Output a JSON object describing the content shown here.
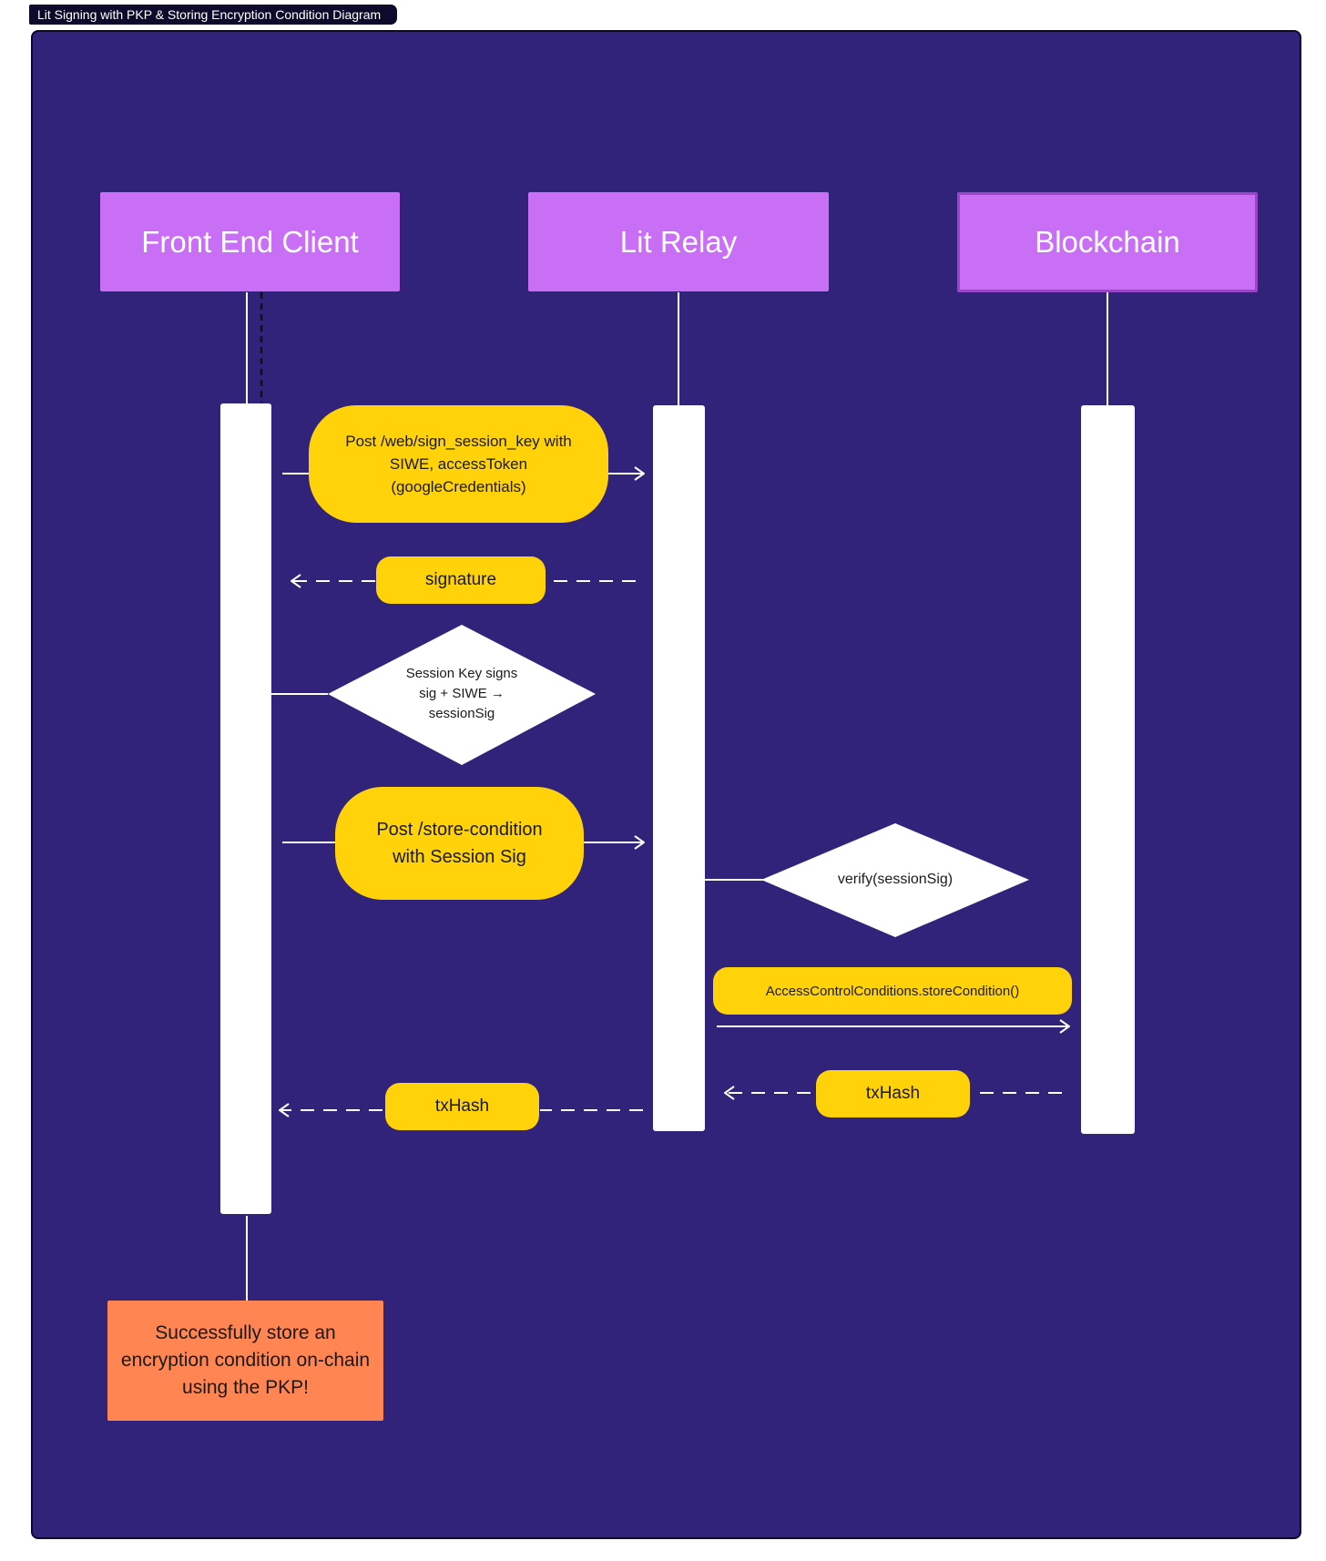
{
  "title": "Lit Signing with PKP & Storing Encryption Condition Diagram",
  "actors": {
    "front_end": "Front End Client",
    "relay": "Lit Relay",
    "blockchain": "Blockchain"
  },
  "messages": {
    "sign_request": "Post /web/sign_session_key with\nSIWE, accessToken\n(googleCredentials)",
    "signature": "signature",
    "session_key": "Session Key signs\nsig + SIWE →\nsessionSig",
    "store_request": "Post /store-condition\nwith Session Sig",
    "verify": "verify(sessionSig)",
    "store_call": "AccessControlConditions.storeCondition()",
    "tx_hash_chain": "txHash",
    "tx_hash_relay": "txHash"
  },
  "result": "Successfully store an\nencryption condition on-chain\nusing the PKP!",
  "colors": {
    "background": "#32237a",
    "actor": "#c86ff5",
    "message": "#ffd20a",
    "result": "#ff8552",
    "lifeline": "#ffffff"
  }
}
